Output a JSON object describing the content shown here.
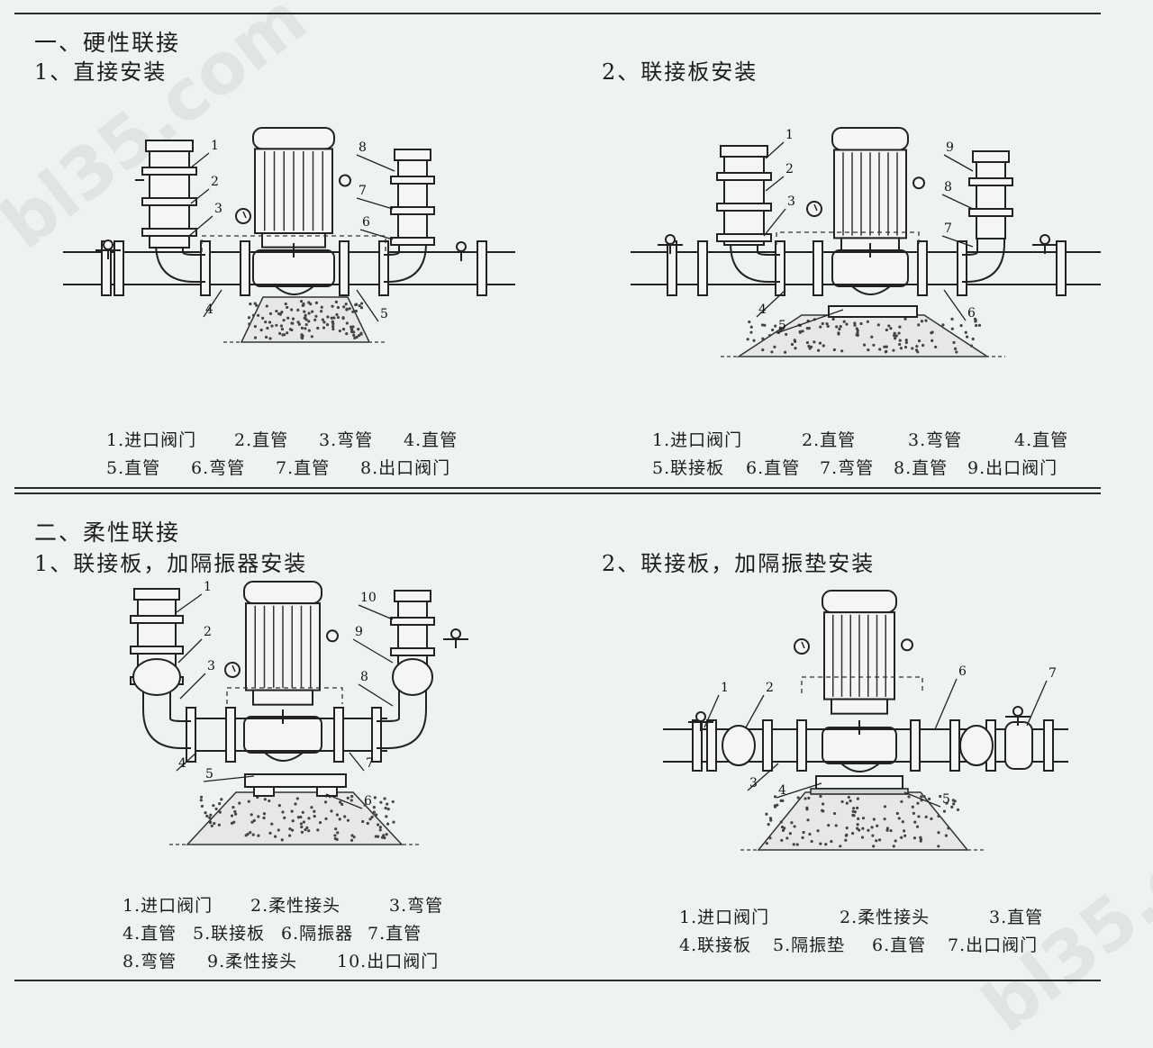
{
  "watermark": "bl35.com",
  "section1": {
    "title": "一、硬性联接",
    "fig1": {
      "title": "1、直接安装",
      "legend_rows": [
        [
          "1.进口阀门",
          "2.直管",
          "3.弯管",
          "4.直管"
        ],
        [
          "5.直管",
          "6.弯管",
          "7.直管",
          "8.出口阀门"
        ]
      ]
    },
    "fig2": {
      "title": "2、联接板安装",
      "legend_rows": [
        [
          "1.进口阀门",
          "2.直管",
          "3.弯管",
          "4.直管"
        ],
        [
          "5.联接板",
          "6.直管",
          "7.弯管",
          "8.直管",
          "9.出口阀门"
        ]
      ]
    }
  },
  "section2": {
    "title": "二、柔性联接",
    "fig3": {
      "title": "1、联接板，加隔振器安装",
      "legend_rows": [
        [
          "1.进口阀门",
          "2.柔性接头",
          "3.弯管"
        ],
        [
          "4.直管",
          "5.联接板",
          "6.隔振器",
          "7.直管"
        ],
        [
          "8.弯管",
          "9.柔性接头",
          "10.出口阀门"
        ]
      ]
    },
    "fig4": {
      "title": "2、联接板，加隔振垫安装",
      "legend_rows": [
        [
          "1.进口阀门",
          "2.柔性接头",
          "3.直管"
        ],
        [
          "4.联接板",
          "5.隔振垫",
          "6.直管",
          "7.出口阀门"
        ]
      ]
    }
  },
  "callouts": {
    "fig1": [
      "1",
      "2",
      "3",
      "4",
      "5",
      "6",
      "7",
      "8"
    ],
    "fig2": [
      "1",
      "2",
      "3",
      "4",
      "5",
      "6",
      "7",
      "8",
      "9"
    ],
    "fig3": [
      "1",
      "2",
      "3",
      "4",
      "5",
      "6",
      "7",
      "8",
      "9",
      "10"
    ],
    "fig4": [
      "1",
      "2",
      "3",
      "4",
      "5",
      "6",
      "7"
    ]
  }
}
